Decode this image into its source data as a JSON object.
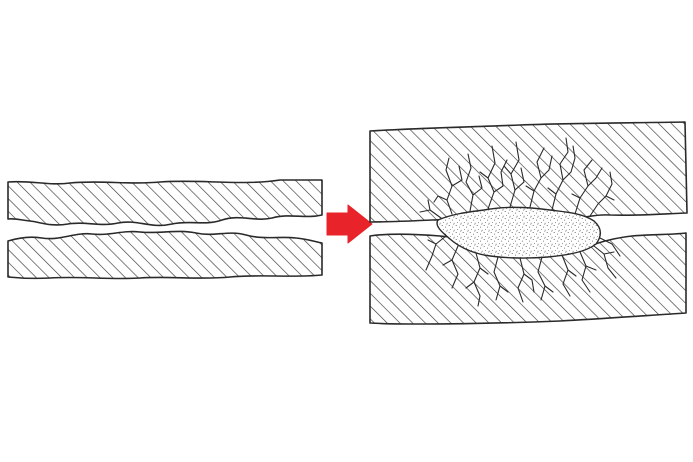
{
  "diagram": {
    "stroke_color": "#2a2a2a",
    "hatch_color": "#3a3a3a",
    "fill_color": "#ffffff",
    "arrow_color": "#e8232a",
    "grain_color": "#555555",
    "left_panel": {
      "layers": [
        "upper-layer",
        "lower-layer"
      ],
      "state": "intact"
    },
    "arrow": {
      "direction": "right",
      "icon": "arrow-right-icon"
    },
    "right_panel": {
      "layers": [
        "upper-layer",
        "lower-layer"
      ],
      "state": "cracked",
      "features": [
        "cavity-filled",
        "radiating-cracks"
      ]
    }
  }
}
